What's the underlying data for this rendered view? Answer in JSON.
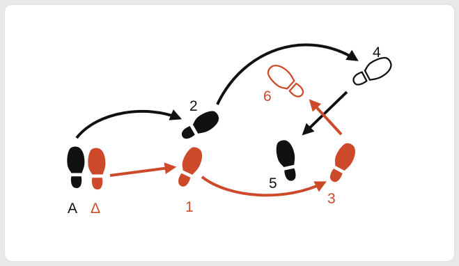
{
  "colors": {
    "leader": "#111111",
    "follower": "#cc4a2a",
    "background": "#ffffff",
    "frame": "#e9e9e9"
  },
  "labels": {
    "leader_start": "A",
    "follower_start": "Δ",
    "step1": "1",
    "step2": "2",
    "step3": "3",
    "step4": "4",
    "step5": "5",
    "step6": "6"
  },
  "footprints": [
    {
      "id": "leader-start",
      "role": "leader",
      "style": "filled"
    },
    {
      "id": "follower-start",
      "role": "follower",
      "style": "filled"
    },
    {
      "id": "step-1",
      "role": "follower",
      "style": "filled"
    },
    {
      "id": "step-2",
      "role": "leader",
      "style": "filled"
    },
    {
      "id": "step-3",
      "role": "follower",
      "style": "filled"
    },
    {
      "id": "step-4",
      "role": "leader",
      "style": "outline"
    },
    {
      "id": "step-5",
      "role": "leader",
      "style": "filled"
    },
    {
      "id": "step-6",
      "role": "follower",
      "style": "outline"
    }
  ]
}
